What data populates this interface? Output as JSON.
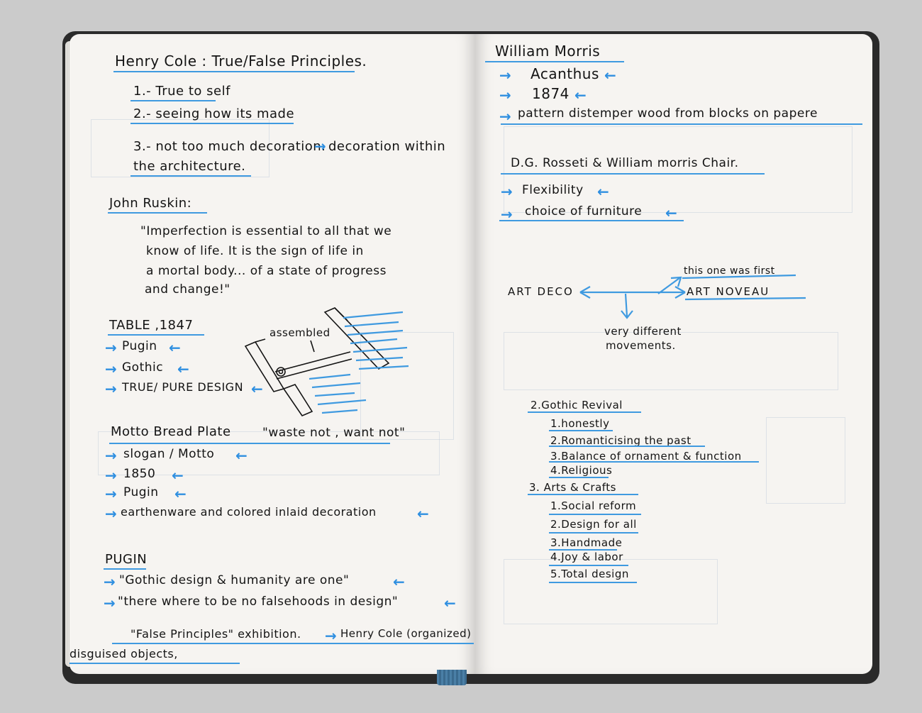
{
  "left_page": {
    "henry_cole": {
      "title": "Henry Cole : True/False Principles.",
      "p1": "1.- True to self",
      "p2": "2.- seeing how its made",
      "p3": "3.- not too much decoration.",
      "p3_cont": "decoration within",
      "p3_line2": "the architecture."
    },
    "ruskin": {
      "title": "John Ruskin:",
      "q1": "\"Imperfection is essential to all that we",
      "q2": "know of life. It is the sign of life in",
      "q3": "a mortal body... of a state of progress",
      "q4": "and change!\""
    },
    "table": {
      "title": "TABLE ,1847",
      "i1": "Pugin",
      "i2": "Gothic",
      "i3": "TRUE/ PURE DESIGN",
      "sketch_label": "assembled"
    },
    "motto": {
      "title": "Motto Bread Plate",
      "quote": "\"waste not , want not\"",
      "i1": "slogan / Motto",
      "i2": "1850",
      "i3": "Pugin",
      "i4": "earthenware and colored inlaid decoration"
    },
    "pugin": {
      "title": "PUGIN",
      "i1": "\"Gothic design & humanity are one\"",
      "i2": "\"there where to be no falsehoods in design\"",
      "i3": "\"False Principles\" exhibition.",
      "i3_cont": "Henry Cole (organized)",
      "i4": "disguised objects,"
    }
  },
  "right_page": {
    "morris": {
      "title": "William Morris",
      "i1": "Acanthus",
      "i2": "1874",
      "i3": "pattern distemper wood from blocks on papere"
    },
    "chair": {
      "title": "D.G. Rosseti & William morris Chair.",
      "i1": "Flexibility",
      "i2": "choice of furniture"
    },
    "diagram": {
      "left": "ART DECO",
      "right": "ART NOVEAU",
      "note_top": "this one was first",
      "note_bottom1": "very different",
      "note_bottom2": "movements."
    },
    "gothic": {
      "title": "2.Gothic Revival",
      "i1": "1.honestly",
      "i2": "2.Romanticising the past",
      "i3": "3.Balance of ornament & function",
      "i4": "4.Religious"
    },
    "arts": {
      "title": "3. Arts & Crafts",
      "i1": "1.Social reform",
      "i2": "2.Design for all",
      "i3": "3.Handmade",
      "i4": "4.Joy & labor",
      "i5": "5.Total design"
    }
  },
  "colors": {
    "ink": "#141414",
    "highlight": "#3f9ae0",
    "paper": "#f6f4f1"
  }
}
